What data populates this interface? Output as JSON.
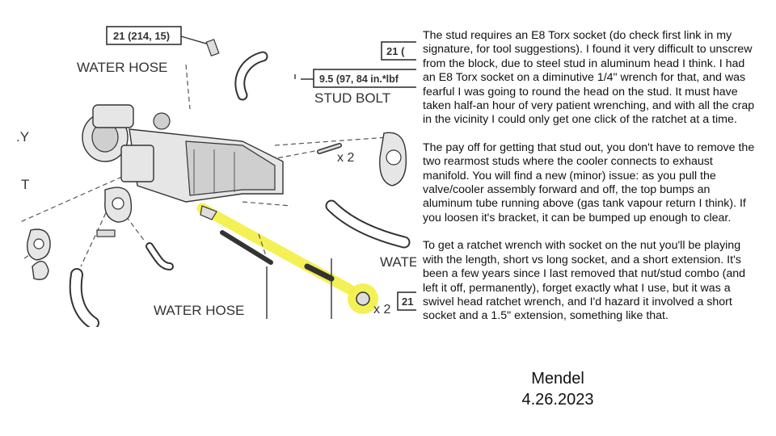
{
  "diagram": {
    "callouts": {
      "torque_top": "21 (214, 15)",
      "torque_right_top": "21 (",
      "torque_stud": "9.5 (97, 84 in.*lbf",
      "torque_nut": "21"
    },
    "labels": {
      "water_hose_top": "WATER HOSE",
      "stud_bolt": "STUD BOLT",
      "water_hose_bottom": "WATER HOSE",
      "water_partial": "WATE",
      "qty_x2_a": "x 2",
      "qty_x2_b": "x 2",
      "left_edge_ly": ".Y",
      "left_edge_t": "T"
    },
    "highlight_color": "#f2ee3a"
  },
  "notes": [
    "The stud requires an E8 Torx socket (do check first link in my signature, for tool suggestions). I found it very difficult to unscrew from the block, due to steel stud in aluminum head I think. I had an E8 Torx socket on a diminutive 1/4\" wrench for that, and was fearful I was going to round the head on the stud. It must have taken half-an hour of very patient wrenching, and with all the crap in the vicinity I could only get one click of the ratchet at a time.",
    "The pay off for getting that stud out, you don't have to remove the two rearmost studs where the cooler connects to exhaust manifold. You will find a new (minor) issue: as you pull the valve/cooler assembly forward and off, the top bumps an aluminum tube running above (gas tank vapour return I think). If you loosen it's bracket, it can be bumped up enough to clear.",
    "To get a ratchet wrench with socket on the nut you'll be playing with the length, short vs long socket, and a short extension. It's been a few years since I last removed that nut/stud combo (and left it off, permanently), forget exactly what I use, but it was a swivel head ratchet wrench, and I'd hazard it involved a short socket and a 1.5\" extension, something like that."
  ],
  "signature": {
    "name": "Mendel",
    "date": "4.26.2023"
  }
}
